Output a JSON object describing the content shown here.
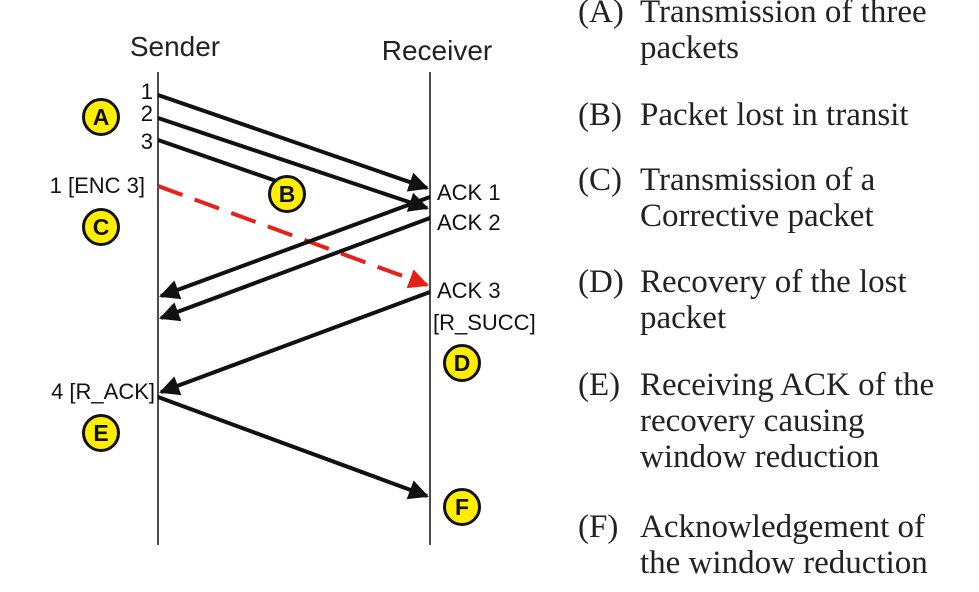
{
  "participants": {
    "sender": "Sender",
    "receiver": "Receiver"
  },
  "sender_labels": {
    "p1": "1",
    "p2": "2",
    "p3": "3",
    "enc": "1 [ENC 3]",
    "rack": "4 [R_ACK]"
  },
  "receiver_labels": {
    "ack1": "ACK 1",
    "ack2": "ACK 2",
    "ack3": "ACK 3",
    "rsucc": "[R_SUCC]"
  },
  "markers": {
    "a": "A",
    "b": "B",
    "c": "C",
    "d": "D",
    "e": "E",
    "f": "F"
  },
  "legend": [
    {
      "key": "(A)",
      "lines": [
        "Transmission of three",
        "packets"
      ]
    },
    {
      "key": "(B)",
      "lines": [
        "Packet lost in transit"
      ]
    },
    {
      "key": "(C)",
      "lines": [
        "Transmission of a",
        "Corrective packet"
      ]
    },
    {
      "key": "(D)",
      "lines": [
        "Recovery of the lost",
        "packet"
      ]
    },
    {
      "key": "(E)",
      "lines": [
        "Receiving ACK of the",
        "recovery causing",
        "window reduction"
      ]
    },
    {
      "key": "(F)",
      "lines": [
        "Acknowledgement of",
        "the window  reduction"
      ]
    }
  ],
  "colors": {
    "line": "#111111",
    "lost_packet": "#e8201a",
    "marker_fill": "#ffee00",
    "marker_stroke": "#111111"
  }
}
